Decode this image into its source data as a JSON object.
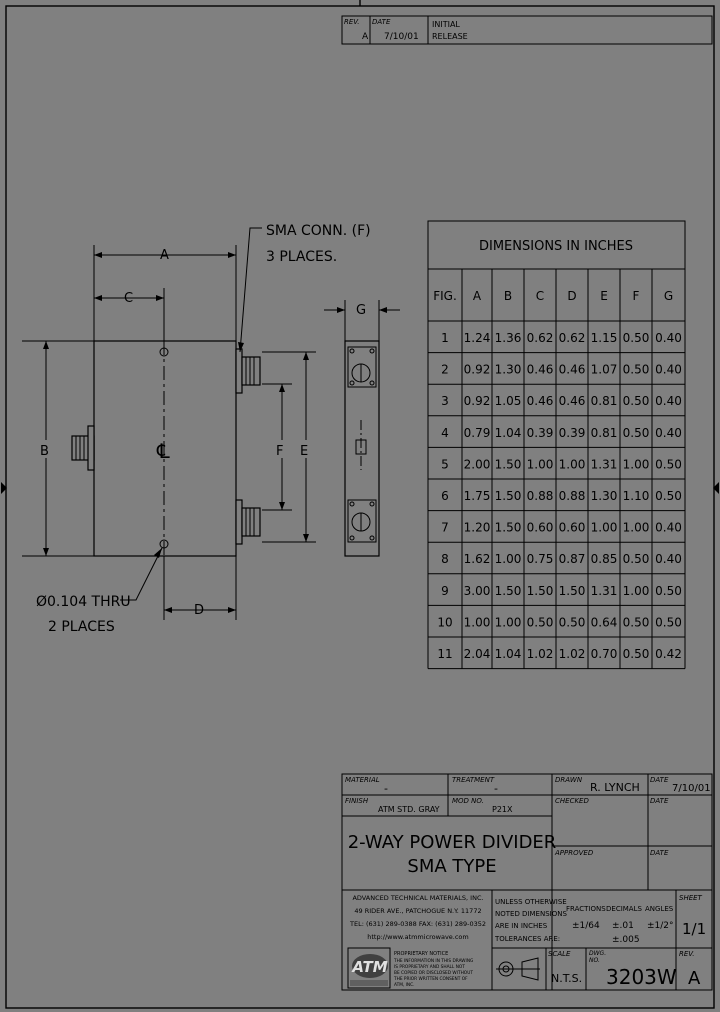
{
  "revision": {
    "headers": {
      "rev": "REV.",
      "date": "DATE"
    },
    "rev": "A",
    "date": "7/10/01",
    "description_line1": "INITIAL",
    "description_line2": "RELEASE"
  },
  "drawing": {
    "callout_conn_line1": "SMA CONN. (F)",
    "callout_conn_line2": "3 PLACES.",
    "callout_hole_line1": "Ø0.104 THRU",
    "callout_hole_line2": "2 PLACES",
    "centerline": "℄",
    "dims": {
      "A": "A",
      "B": "B",
      "C": "C",
      "D": "D",
      "E": "E",
      "F": "F",
      "G": "G"
    }
  },
  "table": {
    "title": "DIMENSIONS IN INCHES",
    "columns": [
      "FIG.",
      "A",
      "B",
      "C",
      "D",
      "E",
      "F",
      "G"
    ],
    "rows": [
      [
        "1",
        "1.24",
        "1.36",
        "0.62",
        "0.62",
        "1.15",
        "0.50",
        "0.40"
      ],
      [
        "2",
        "0.92",
        "1.30",
        "0.46",
        "0.46",
        "1.07",
        "0.50",
        "0.40"
      ],
      [
        "3",
        "0.92",
        "1.05",
        "0.46",
        "0.46",
        "0.81",
        "0.50",
        "0.40"
      ],
      [
        "4",
        "0.79",
        "1.04",
        "0.39",
        "0.39",
        "0.81",
        "0.50",
        "0.40"
      ],
      [
        "5",
        "2.00",
        "1.50",
        "1.00",
        "1.00",
        "1.31",
        "1.00",
        "0.50"
      ],
      [
        "6",
        "1.75",
        "1.50",
        "0.88",
        "0.88",
        "1.30",
        "1.10",
        "0.50"
      ],
      [
        "7",
        "1.20",
        "1.50",
        "0.60",
        "0.60",
        "1.00",
        "1.00",
        "0.40"
      ],
      [
        "8",
        "1.62",
        "1.00",
        "0.75",
        "0.87",
        "0.85",
        "0.50",
        "0.40"
      ],
      [
        "9",
        "3.00",
        "1.50",
        "1.50",
        "1.50",
        "1.31",
        "1.00",
        "0.50"
      ],
      [
        "10",
        "1.00",
        "1.00",
        "0.50",
        "0.50",
        "0.64",
        "0.50",
        "0.50"
      ],
      [
        "11",
        "2.04",
        "1.04",
        "1.02",
        "1.02",
        "0.70",
        "0.50",
        "0.42"
      ]
    ]
  },
  "title_block": {
    "material_label": "MATERIAL",
    "material_value": "-",
    "treatment_label": "TREATMENT",
    "treatment_value": "-",
    "drawn_label": "DRAWN",
    "drawn_value": "R. LYNCH",
    "date_label": "DATE",
    "drawn_date": "7/10/01",
    "finish_label": "FINISH",
    "finish_value": "ATM STD. GRAY",
    "mod_label": "MOD NO.",
    "mod_value": "P21X",
    "checked_label": "CHECKED",
    "approved_label": "APPROVED",
    "title_line1": "2-WAY POWER DIVIDER",
    "title_line2": "SMA TYPE",
    "company_line1": "ADVANCED TECHNICAL MATERIALS, INC.",
    "company_line2": "49 RIDER AVE., PATCHOGUE N.Y. 11772",
    "company_line3": "TEL: (631) 289-0388   FAX: (631) 289-0352",
    "company_line4": "http://www.atmmicrowave.com",
    "tol_line1": "UNLESS OTHERWISE",
    "tol_line2": "NOTED DIMENSIONS",
    "tol_line3": "ARE IN INCHES",
    "tol_line4": "TOLERANCES ARE:",
    "fractions_label": "FRACTIONS",
    "fractions_value": "±1/64",
    "decimals_label": "DECIMALS",
    "decimals_value1": "±.01",
    "decimals_value2": "±.005",
    "angles_label": "ANGLES",
    "angles_value": "±1/2°",
    "sheet_label": "SHEET",
    "sheet_value": "1/1",
    "proprietary_title": "PROPRIETARY NOTICE",
    "proprietary_line1": "THE INFORMATION IN THIS DRAWING",
    "proprietary_line2": "IS PROPRIETARY AND SHALL NOT",
    "proprietary_line3": "BE COPIED OR DISCLOSED WITHOUT",
    "proprietary_line4": "THE PRIOR WRITTEN CONSENT OF",
    "proprietary_line5": "ATM, INC.",
    "logo_text": "ATM",
    "scale_label": "SCALE",
    "scale_value": "N.T.S.",
    "dwg_label": "DWG.\nNO.",
    "dwg_value": "3203W",
    "rev_label": "REV.",
    "rev_value": "A"
  }
}
